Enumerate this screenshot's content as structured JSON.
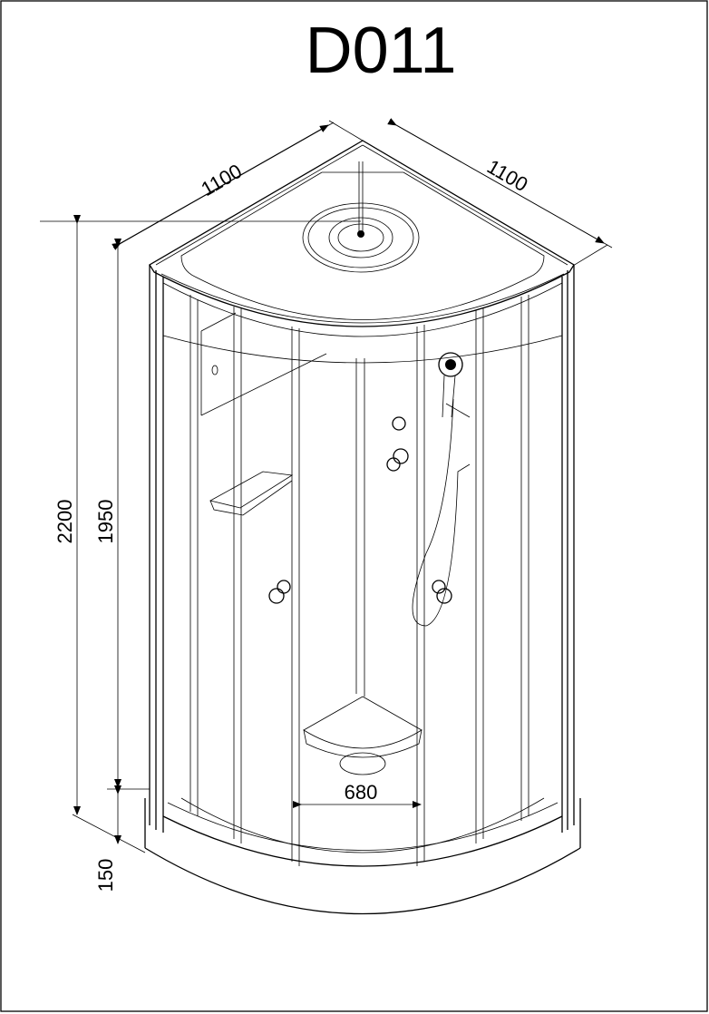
{
  "title": "D011",
  "dimensions": {
    "width_left": "1100",
    "width_right": "1100",
    "total_height": "2200",
    "cabin_height": "1950",
    "tray_height": "150",
    "door_opening": "680"
  }
}
